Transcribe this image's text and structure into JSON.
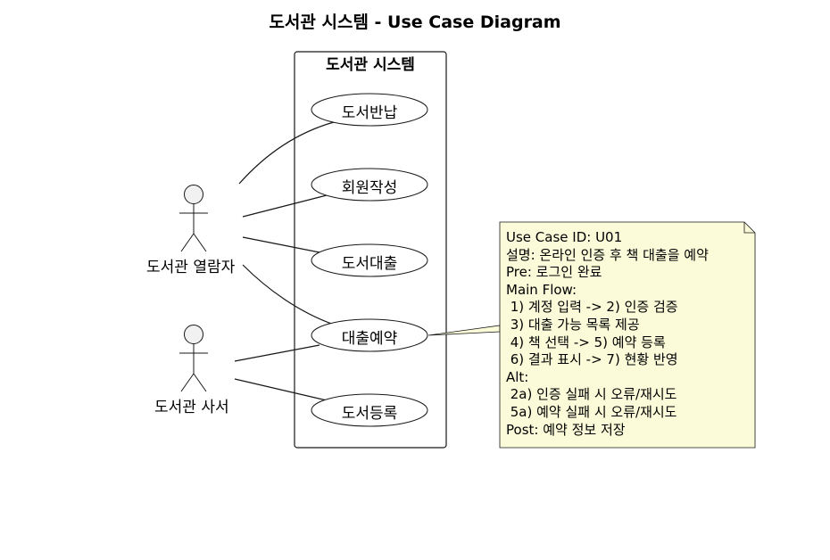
{
  "title": "도서관 시스템 - Use Case Diagram",
  "system": {
    "title": "도서관 시스템"
  },
  "actors": [
    {
      "id": "visitor",
      "label": "도서관 열람자"
    },
    {
      "id": "librarian",
      "label": "도서관 사서"
    }
  ],
  "use_cases": [
    {
      "id": "return",
      "label": "도서반납"
    },
    {
      "id": "register_member",
      "label": "회원작성"
    },
    {
      "id": "loan",
      "label": "도서대출"
    },
    {
      "id": "reserve",
      "label": "대출예약"
    },
    {
      "id": "register_book",
      "label": "도서등록"
    }
  ],
  "associations": [
    {
      "actor": "visitor",
      "use_case": "return"
    },
    {
      "actor": "visitor",
      "use_case": "register_member"
    },
    {
      "actor": "visitor",
      "use_case": "loan"
    },
    {
      "actor": "visitor",
      "use_case": "reserve"
    },
    {
      "actor": "librarian",
      "use_case": "reserve"
    },
    {
      "actor": "librarian",
      "use_case": "register_book"
    }
  ],
  "note": {
    "attached_to": "reserve",
    "lines": [
      "Use Case ID: U01",
      "설명: 온라인 인증 후 책 대출을 예약",
      "Pre: 로그인 완료",
      "Main Flow:",
      " 1) 계정 입력 -> 2) 인증 검증",
      " 3) 대출 가능 목록 제공",
      " 4) 책 선택 -> 5) 예약 등록",
      " 6) 결과 표시 -> 7) 현황 반영",
      "Alt:",
      " 2a) 인증 실패 시 오류/재시도",
      " 5a) 예약 실패 시 오류/재시도",
      "Post: 예약 정보 저장"
    ]
  },
  "colors": {
    "actor_fill": "#f1f1f1",
    "use_case_fill": "#ffffff",
    "note_fill": "#fbfbd9",
    "line": "#181818"
  }
}
